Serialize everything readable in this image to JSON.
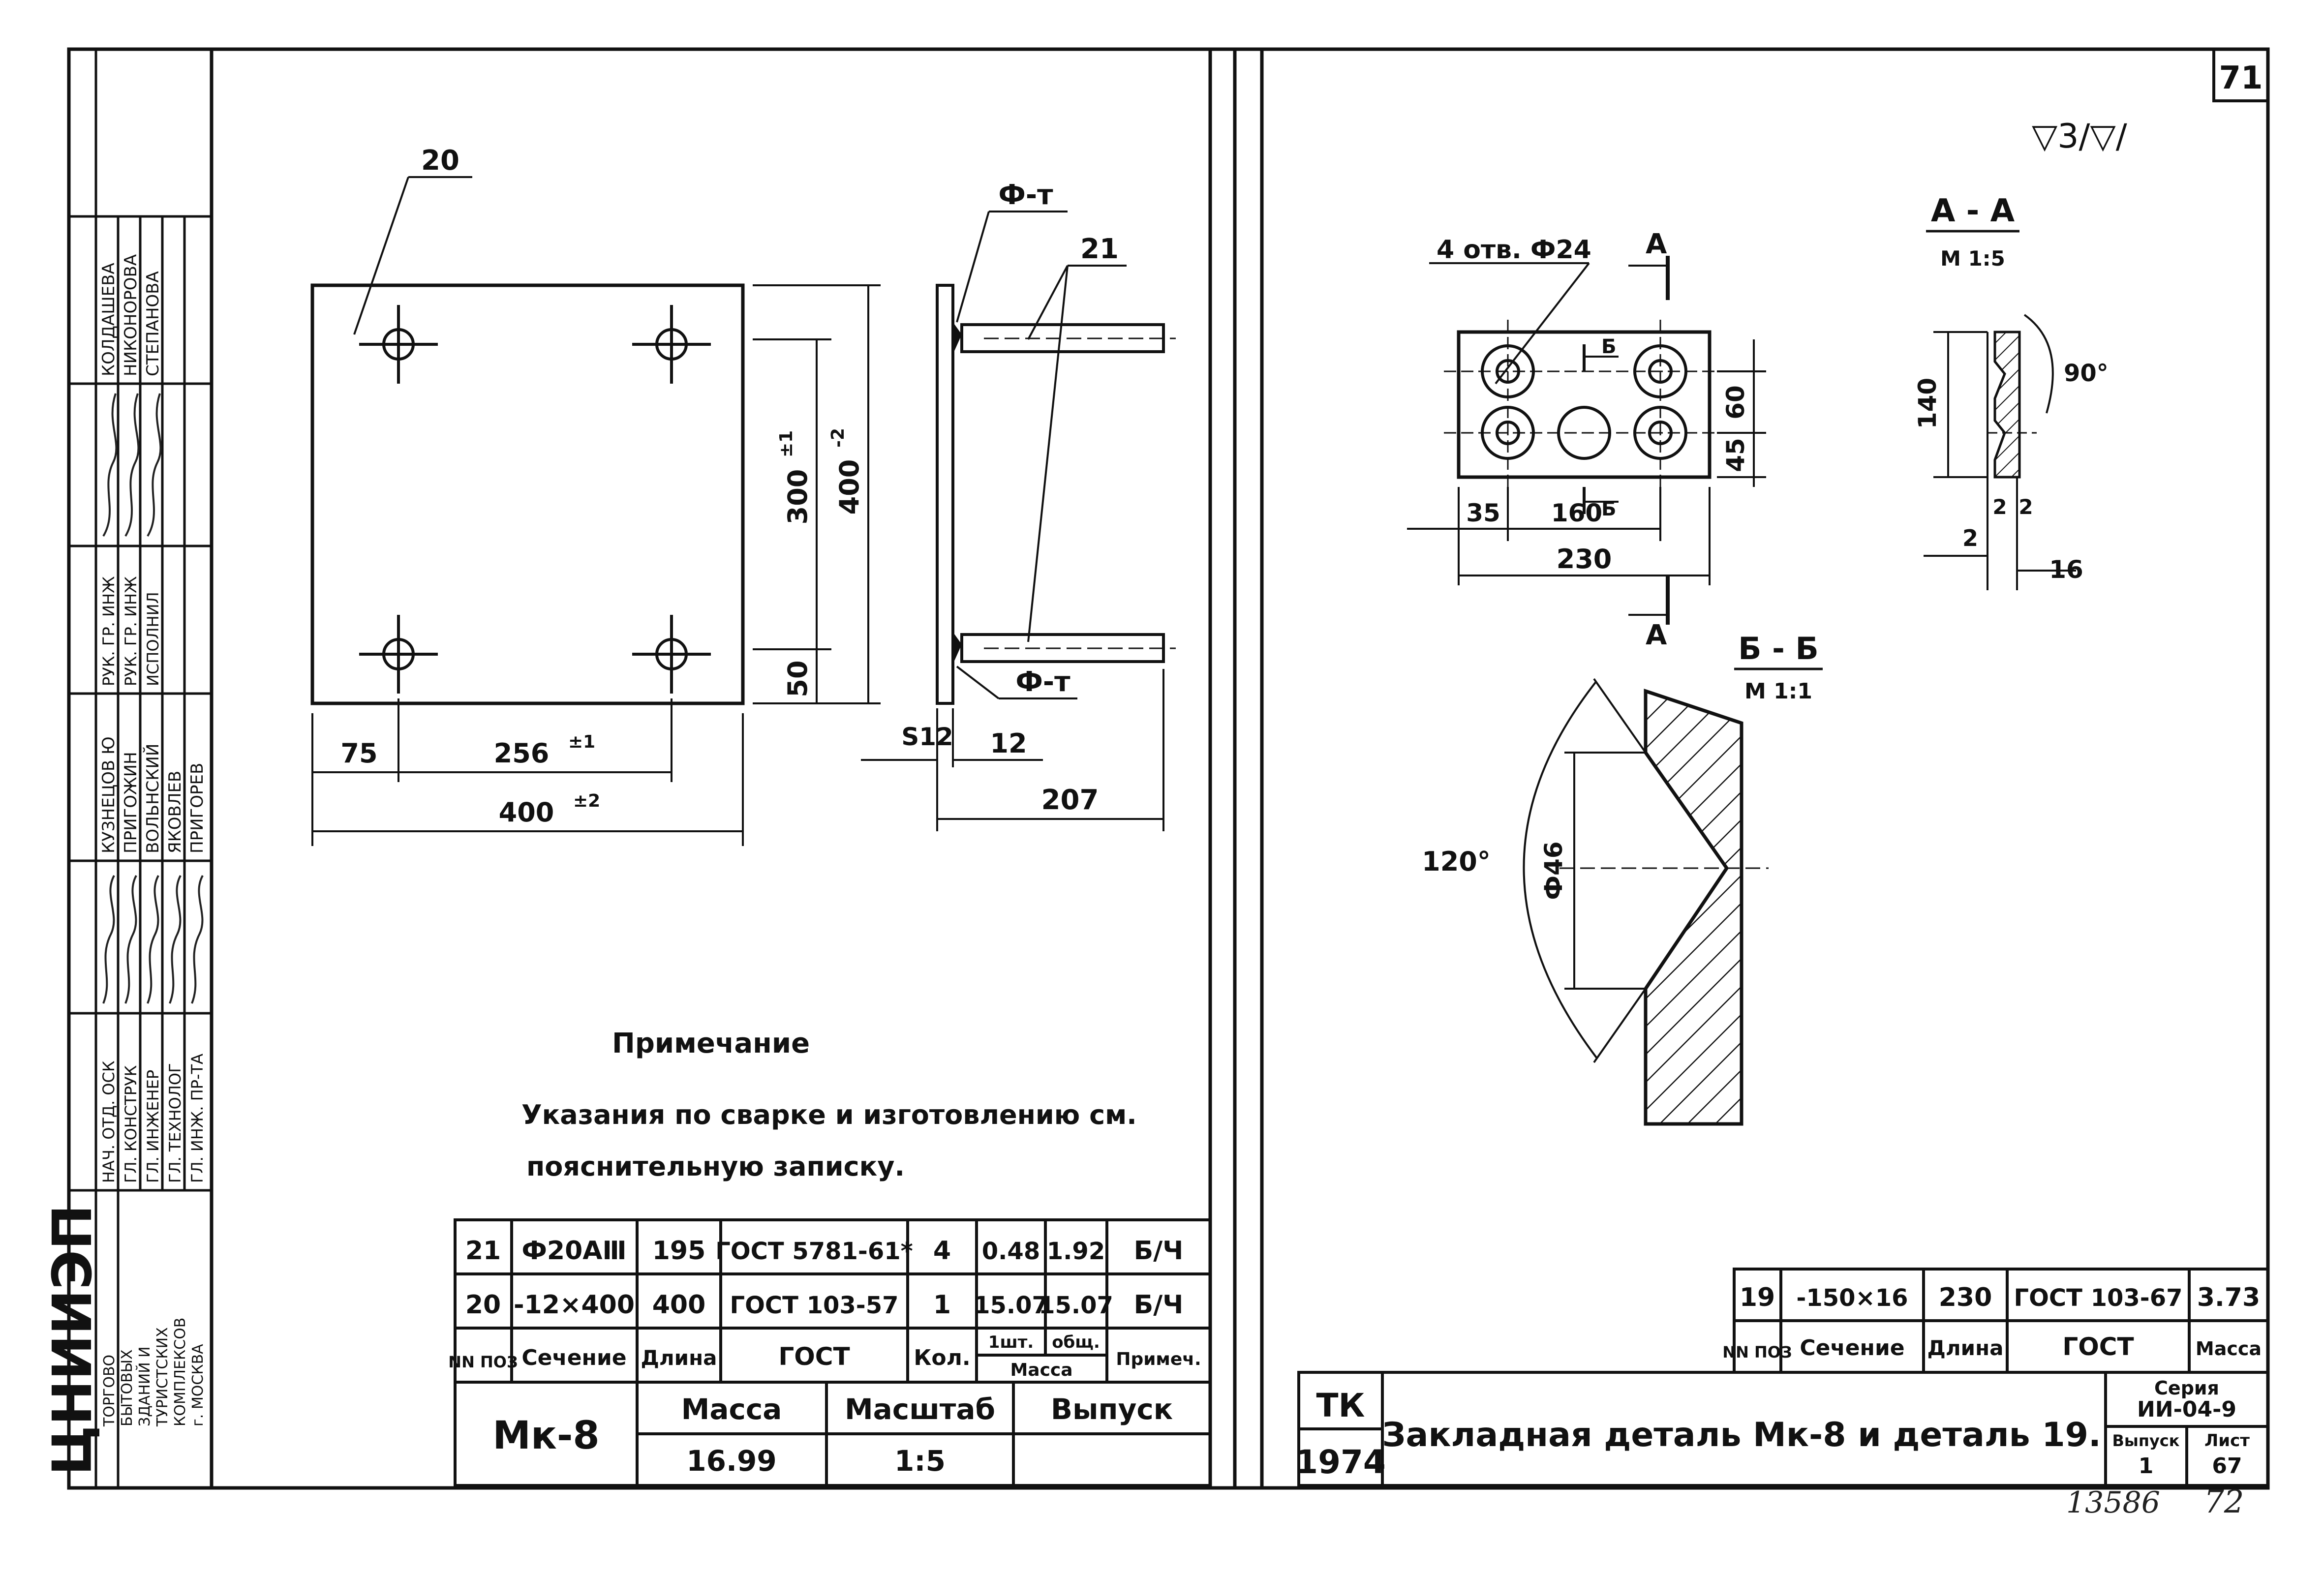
{
  "sheet_number": "71",
  "roughness_symbol": "▽3/▽/",
  "stamp_org": {
    "logo": "ЦНИИЭП",
    "lines": [
      "ТОРГОВО",
      "БЫТОВЫХ",
      "ЗДАНИЙ И",
      "ТУРИСТСКИХ",
      "КОМПЛЕКСОВ",
      "г. МОСКВА"
    ]
  },
  "stamp_roles": [
    {
      "role": "НАЧ. ОТД. ОСК",
      "name": "КУЗНЕЦОВ Ю"
    },
    {
      "role": "ГЛ. КОНСТРУК",
      "name": "ПРИГОЖИН"
    },
    {
      "role": "ГЛ. ИНЖЕНЕР",
      "name": "ВОЛЬНСКИЙ"
    },
    {
      "role": "ГЛ. ТЕХНОЛОГ",
      "name": "ЯКОВЛЕВ"
    },
    {
      "role": "ГЛ. ИНЖ. ПР-ТА",
      "name": "ПРИГОРЕВ"
    },
    {
      "role": "РУК. ГР. ИНЖ",
      "name": "КОЛДАШЕВА"
    },
    {
      "role": "РУК. ГР. ИНЖ",
      "name": "НИКОНОРОВА"
    },
    {
      "role": "ИСПОЛНИЛ",
      "name": "СТЕПАНОВА"
    }
  ],
  "left_view": {
    "pos_plate": "20",
    "pos_rod": "21",
    "weld_top": "Ф-т",
    "weld_bottom": "Ф-т",
    "dims": {
      "d75": "75",
      "d256": "256",
      "d256_tol": "±1",
      "d400w": "400",
      "d400w_tol": "±2",
      "d300": "300",
      "d300_tol": "±1",
      "d400h": "400",
      "d400h_tol": "-2",
      "d50": "50",
      "s12_left": "S12",
      "d12": "12",
      "d207": "207"
    }
  },
  "note": {
    "title": "Примечание",
    "line1": "Указания по сварке и изготовлению см.",
    "line2": "пояснительную записку."
  },
  "spec_left": {
    "rows": [
      {
        "pos": "21",
        "section": "Ф20АⅢ",
        "length": "195",
        "gost": "ГОСТ 5781-61*",
        "qty": "4",
        "m1": "0.48",
        "mt": "1.92",
        "note": "Б/Ч"
      },
      {
        "pos": "20",
        "section": "-12×400",
        "length": "400",
        "gost": "ГОСТ 103-57",
        "qty": "1",
        "m1": "15.07",
        "mt": "15.07",
        "note": "Б/Ч"
      }
    ],
    "header": {
      "pos": "NN ПОЗ",
      "section": "Сечение",
      "length": "Длина",
      "gost": "ГОСТ",
      "qty": "Кол.",
      "m1": "1шт.",
      "mt": "общ.",
      "mass": "Масса",
      "note": "Примеч."
    },
    "mark": "Мк-8",
    "mass_label": "Масса",
    "scale_label": "Масштаб",
    "issue_label": "Выпуск",
    "mass_value": "16.99",
    "scale_value": "1:5",
    "issue_value": ""
  },
  "right_view": {
    "holes_label": "4 отв. Ф24",
    "section_a": "А",
    "section_b": "Б",
    "dims": {
      "d35": "35",
      "d160": "160",
      "d230": "230",
      "d60": "60",
      "d45": "45"
    },
    "aa_title": "А - А",
    "aa_scale": "М 1:5",
    "aa_dims": {
      "d140": "140",
      "d90": "90°",
      "d2a": "2",
      "d2b": "2",
      "d2c": "2",
      "d16": "16"
    },
    "bb_title": "Б - Б",
    "bb_scale": "М 1:1",
    "bb_dims": {
      "d120": "120°",
      "d46": "Ф46"
    }
  },
  "spec_right": {
    "row": {
      "pos": "19",
      "section": "-150×16",
      "length": "230",
      "gost": "ГОСТ 103-67",
      "mass": "3.73"
    },
    "header": {
      "pos": "NN ПОЗ",
      "section": "Сечение",
      "length": "Длина",
      "gost": "ГОСТ",
      "mass": "Масса"
    }
  },
  "title_block": {
    "org": "ТК",
    "year": "1974",
    "title": "Закладная деталь Мк-8 и деталь 19.",
    "series_label": "Серия",
    "series_value": "ИИ-04-9",
    "issue_label": "Выпуск",
    "issue_value": "1",
    "sheet_label": "Лист",
    "sheet_value": "67"
  },
  "footer": {
    "code": "13586",
    "page": "72"
  }
}
